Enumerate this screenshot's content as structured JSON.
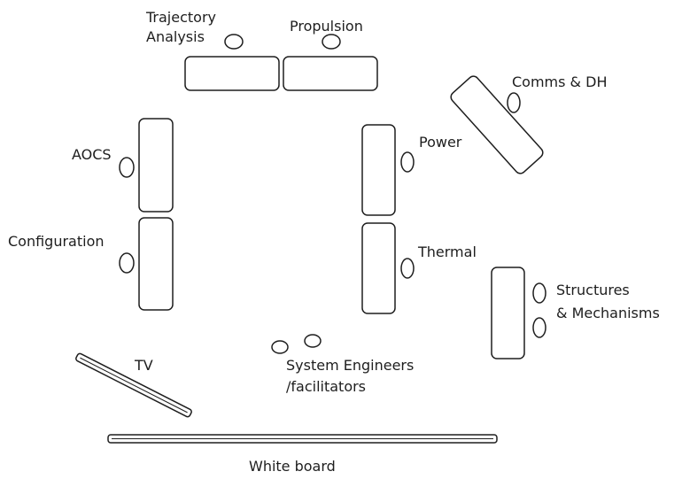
{
  "labels": {
    "trajectory_line1": "Trajectory",
    "trajectory_line2": "Analysis",
    "propulsion": "Propulsion",
    "comms": "Comms & DH",
    "aocs": "AOCS",
    "power": "Power",
    "configuration": "Configuration",
    "thermal": "Thermal",
    "structures_line1": "Structures",
    "structures_line2": "& Mechanisms",
    "tv": "TV",
    "sys_eng_line1": "System Engineers",
    "sys_eng_line2": "/facilitators",
    "whiteboard": "White board"
  },
  "colors": {
    "stroke": "#1e1e1e",
    "background": "#ffffff"
  }
}
